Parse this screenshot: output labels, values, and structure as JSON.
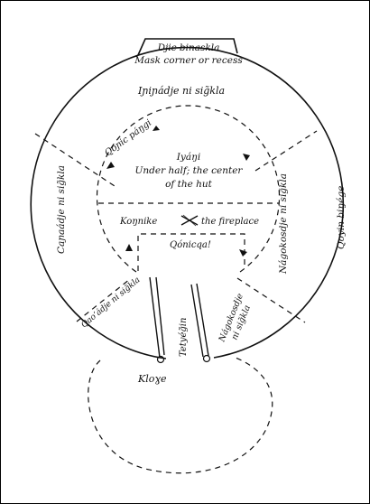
{
  "diagram": {
    "title_line1": "Djic binaskla",
    "title_line2": "Mask corner or recess",
    "north_section": "Iɲiɲádje ni sig̃kla",
    "west_section": "Caɲaádje ni sig̃kla",
    "east_section": "Nágokosdje ni sig̃kla",
    "path_label": "Qoɲic páŋgi",
    "center_line1": "Iyáŋi",
    "center_line2": "Under half; the center",
    "center_line3": "of the hut",
    "fireplace_name": "Koŋnike",
    "fireplace_label": "the fireplace",
    "back_area": "Qónicqa!",
    "outer_label": "Qoyin biŋége",
    "southwest_section": "Qaoʼádje ni sig̃kla",
    "southeast_section_line1": "Nágokosdje",
    "southeast_section_line2": "ni sig̃kla",
    "entrance_label": "Tetyég̃in",
    "outside_label": "Kloɣe"
  }
}
